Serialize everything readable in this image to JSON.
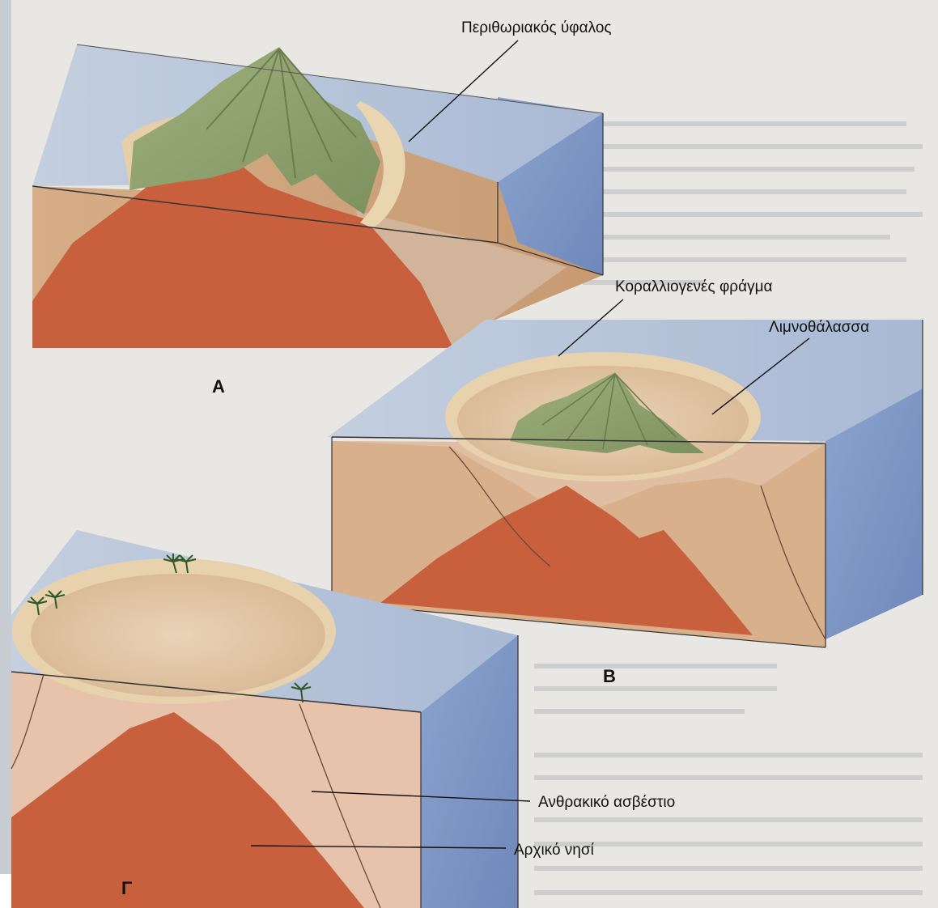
{
  "labels": {
    "fringing_reef": "Περιθωριακός ύφαλος",
    "barrier_reef": "Κοραλλιογενές φράγμα",
    "lagoon": "Λιμνοθάλασσα",
    "limestone": "Ανθρακικό ασβέστιο",
    "original_island": "Αρχικό νησί"
  },
  "panels": [
    "Α",
    "Β",
    "Γ"
  ],
  "colors": {
    "page_background": "#e9e7e3",
    "water_top": "#b3c2d8",
    "water_side": "#7f98c6",
    "island_core": "#c9603d",
    "limestone": "#e6c3aa",
    "reef_sand": "#dcc29b",
    "vegetation": "#8fa06e",
    "palm": "#2f5a27"
  }
}
